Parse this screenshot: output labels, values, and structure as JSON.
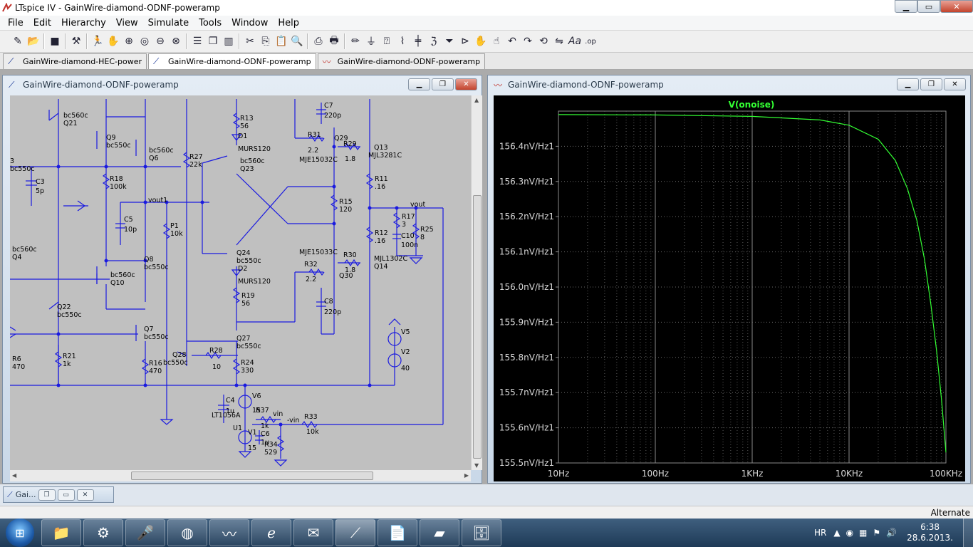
{
  "window": {
    "title": "LTspice IV - GainWire-diamond-ODNF-poweramp",
    "min": "▁",
    "max": "▭",
    "close": "✕"
  },
  "menu": [
    "File",
    "Edit",
    "Hierarchy",
    "View",
    "Simulate",
    "Tools",
    "Window",
    "Help"
  ],
  "toolbar_icons": [
    "new-schematic-icon",
    "open-icon",
    "save-icon",
    "control-panel-icon",
    "run-icon",
    "zoom-in-icon",
    "zoom-pan-icon",
    "zoom-out-icon",
    "zoom-cancel-icon",
    "tile-horizontal-icon",
    "cascade-icon",
    "tile-vertical-icon",
    "cut-icon",
    "copy-icon",
    "paste-icon",
    "find-icon",
    "print-setup-icon",
    "print-icon",
    "draw-wire-icon",
    "ground-icon",
    "net-label-icon",
    "resistor-icon",
    "capacitor-icon",
    "inductor-icon",
    "diode-icon",
    "component-icon",
    "move-icon",
    "drag-icon",
    "undo-icon",
    "redo-icon",
    "rotate-icon",
    "mirror-icon",
    "text-icon",
    "spice-directive-icon"
  ],
  "tabs": [
    {
      "label": "GainWire-diamond-HEC-power",
      "icon": "schematic-icon"
    },
    {
      "label": "GainWire-diamond-ODNF-poweramp",
      "icon": "schematic-icon"
    },
    {
      "label": "GainWire-diamond-ODNF-poweramp",
      "icon": "waveform-icon"
    }
  ],
  "schematic": {
    "title": "GainWire-diamond-ODNF-poweramp",
    "labels": {
      "bc560c_1": "bc560c",
      "Q21": "Q21",
      "Q9": "Q9",
      "bc550c_1": "bc550c",
      "bc560c_2": "bc560c",
      "Q6": "Q6",
      "bc550c_2": "bc550c",
      "C3": "C3",
      "C3v": "5p",
      "R18": "R18",
      "R18v": "100k",
      "C5": "C5",
      "C5v": "10p",
      "vout1": "vout1",
      "P1": "P1",
      "P1v": "10k",
      "R27": "R27",
      "R27v": "22k",
      "R13": "R13",
      "R13v": "56",
      "D1": "D1",
      "MURS120_1": "MURS120",
      "bc560c_3": "bc560c",
      "Q23": "Q23",
      "C7": "C7",
      "C7v": "220p",
      "R31": "R31",
      "R31v": "2.2",
      "Q29": "Q29",
      "MJE15032C": "MJE15032C",
      "R29": "R29",
      "R29v": "1.8",
      "Q13": "Q13",
      "MJL3281C": "MJL3281C",
      "R11": "R11",
      "R11v": ".16",
      "R15": "R15",
      "R15v": "120",
      "vout": "vout",
      "R17": "R17",
      "R17v": "3",
      "C10": "C10",
      "C10v": "100n",
      "R25": "R25",
      "R25v": "8",
      "R12": "R12",
      "R12v": ".16",
      "MJE15033C": "MJE15033C",
      "R30": "R30",
      "R30v": "1.8",
      "MJL1302C": "MJL1302C",
      "Q14": "Q14",
      "R32": "R32",
      "R32v": "2.2",
      "Q30": "Q30",
      "C8": "C8",
      "C8v": "220p",
      "bc560c_4": "bc560c",
      "Q4": "Q4",
      "Q8": "Q8",
      "bc550c_3": "bc550c",
      "bc560c_5": "bc560c",
      "Q10": "Q10",
      "Q24": "Q24",
      "bc550c_4": "bc550c",
      "D2": "D2",
      "MURS120_2": "MURS120",
      "R19": "R19",
      "R19v": "56",
      "Q22": "Q22",
      "bc550c_5": "bc550c",
      "Q7": "Q7",
      "bc550c_6": "bc550c",
      "Q27": "Q27",
      "bc550c_7": "bc550c",
      "R6": "R6",
      "R6v": "470",
      "R21": "R21",
      "R21v": "1k",
      "R16": "R16",
      "R16v": "470",
      "Q28": "Q28",
      "bc550c_8": "bc550c",
      "R28": "R28",
      "R28v": "10",
      "R24": "R24",
      "R24v": "330",
      "V5": "V5",
      "V2": "V2",
      "V2v": "40",
      "C4": "C4",
      "C4v": "1u",
      "V6": "V6",
      "LT1056A": "LT1056A",
      "U1": "U1",
      "R37": "R37",
      "R37v": "1k",
      "vin": "vin",
      "C6": "C6",
      "C6v": "1u",
      "V1": "V1",
      "V1v": "15",
      "R34": "R34",
      "R34v": "529",
      "nvin": "-vin",
      "R33": "R33",
      "R33v": "10k",
      "R3": "3",
      "R3v": "bc550c",
      "V6v": "15"
    }
  },
  "plot": {
    "title": "GainWire-diamond-ODNF-poweramp",
    "chart_data": {
      "type": "line",
      "title": "V(onoise)",
      "x_scale": "log",
      "xlim": [
        10,
        100000
      ],
      "ylim": [
        155.5,
        156.5
      ],
      "x_ticks": [
        "10Hz",
        "100Hz",
        "1KHz",
        "10KHz",
        "100KHz"
      ],
      "y_ticks": [
        "156.4nV/Hz1",
        "156.3nV/Hz1",
        "156.2nV/Hz1",
        "156.1nV/Hz1",
        "156.0nV/Hz1",
        "155.9nV/Hz1",
        "155.8nV/Hz1",
        "155.7nV/Hz1",
        "155.6nV/Hz1",
        "155.5nV/Hz1"
      ],
      "y_tick_values": [
        156.4,
        156.3,
        156.2,
        156.1,
        156.0,
        155.9,
        155.8,
        155.7,
        155.6,
        155.5
      ],
      "grid": true,
      "series": [
        {
          "name": "V(onoise)",
          "color": "#33ff33",
          "x": [
            10,
            100,
            1000,
            5000,
            10000,
            20000,
            30000,
            40000,
            50000,
            60000,
            70000,
            80000,
            90000,
            100000
          ],
          "y": [
            156.49,
            156.489,
            156.485,
            156.475,
            156.46,
            156.42,
            156.36,
            156.28,
            156.19,
            156.08,
            155.95,
            155.82,
            155.68,
            155.53
          ]
        }
      ]
    }
  },
  "minimized": {
    "label": "Gai..."
  },
  "status": {
    "mode": "Alternate"
  },
  "taskbar": {
    "items": [
      "explorer-icon",
      "app-icon",
      "sound-recorder-icon",
      "browser-icon",
      "oscilloscope-icon",
      "ie-icon",
      "mail-icon",
      "ltspice-icon",
      "document-icon",
      "notes-icon",
      "archive-icon"
    ],
    "lang": "HR",
    "time": "6:38",
    "date": "28.6.2013."
  }
}
